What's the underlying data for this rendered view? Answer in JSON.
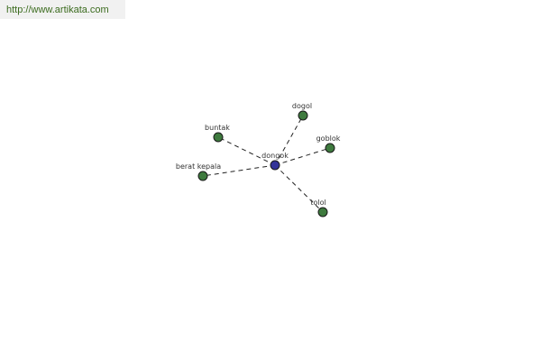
{
  "source": {
    "url_text": "http://www.artikata.com"
  },
  "graph": {
    "center": {
      "id": "dongok",
      "label": "dongok",
      "color": "#333399"
    },
    "neighbors": [
      {
        "id": "dogol",
        "label": "dogol",
        "color": "#3e7a3e"
      },
      {
        "id": "buntak",
        "label": "buntak",
        "color": "#3e7a3e"
      },
      {
        "id": "goblok",
        "label": "goblok",
        "color": "#3e7a3e"
      },
      {
        "id": "berat-kepala",
        "label": "berat kepala",
        "color": "#3e7a3e"
      },
      {
        "id": "tolol",
        "label": "tolol",
        "color": "#3e7a3e"
      }
    ],
    "edge_style": "dashed",
    "edge_color": "#222222",
    "node_stroke": "#1a1a1a"
  }
}
